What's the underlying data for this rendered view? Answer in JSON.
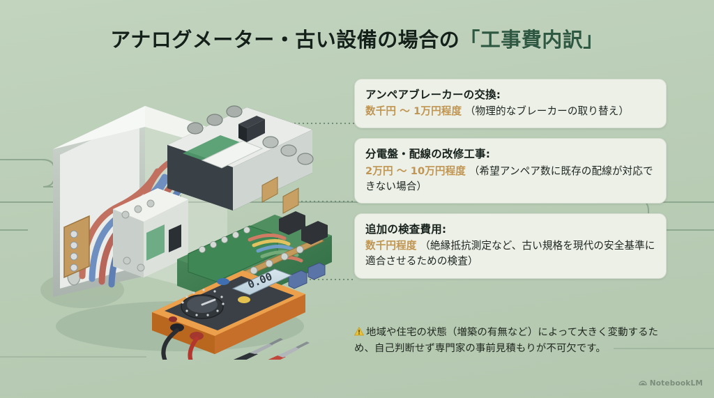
{
  "slide": {
    "background_color": "#bacdb6",
    "title_prefix": "アナログメーター・古い設備の場合の",
    "title_accent": "「工事費内訳」",
    "accent_color": "#2f5842",
    "price_color": "#c09551",
    "card_bg_color": "#edf0e7"
  },
  "cards": [
    {
      "title": "アンペアブレーカーの交換:",
      "price": "数千円 ～ 1万円程度",
      "detail": "（物理的なブレーカーの取り替え）"
    },
    {
      "title": "分電盤・配線の改修工事:",
      "price": "2万円 ～ 10万円程度",
      "detail": "（希望アンペア数に既存の配線が対応できない場合）"
    },
    {
      "title": "追加の検査費用:",
      "price": "数千円程度",
      "detail": "（絶縁抵抗測定など、古い規格を現代の安全基準に適合させるための検査）"
    }
  ],
  "note": {
    "icon": "warning-triangle-icon",
    "text": "地域や住宅の状態（増築の有無など）によって大きく変動するため、自己判断せず専門家の事前見積もりが不可欠です。"
  },
  "illustration": {
    "alt": "分電盤・ブレーカー・デジタルマルチメーターのアイソメトリック図",
    "multimeter_display": "0.00"
  },
  "watermark": {
    "label": "NotebookLM"
  }
}
